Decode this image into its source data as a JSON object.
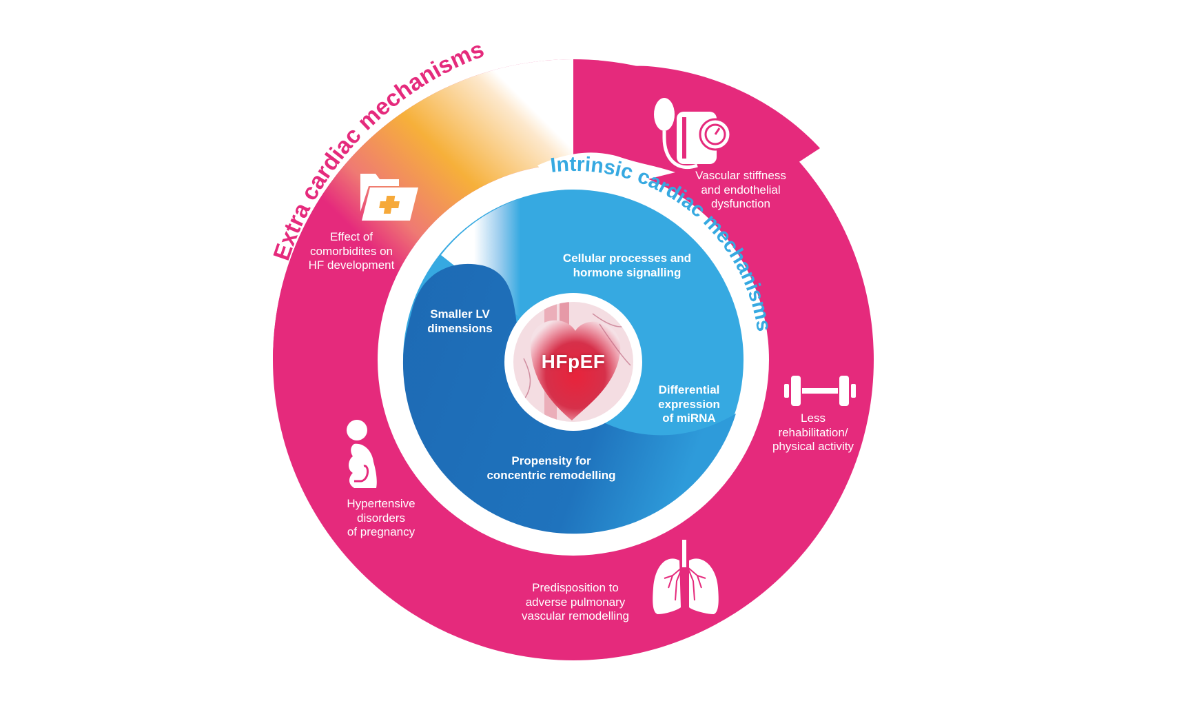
{
  "diagram": {
    "center_label": "HFpEF",
    "outer_ring": {
      "title": "Extra cardiac mechanisms",
      "title_color": "#E52A7C",
      "items": [
        {
          "icon": "medical-folder-icon",
          "lines": [
            "Effect of",
            "comorbidites on",
            "HF development"
          ]
        },
        {
          "icon": "blood-pressure-monitor-icon",
          "lines": [
            "Vascular stiffness",
            "and endothelial",
            "dysfunction"
          ]
        },
        {
          "icon": "dumbbell-icon",
          "lines": [
            "Less",
            "rehabilitation/",
            "physical activity"
          ]
        },
        {
          "icon": "lungs-icon",
          "lines": [
            "Predisposition to",
            "adverse pulmonary",
            "vascular remodelling"
          ]
        },
        {
          "icon": "pregnant-woman-icon",
          "lines": [
            "Hypertensive",
            "disorders",
            "of pregnancy"
          ]
        }
      ]
    },
    "inner_ring": {
      "title": "Intrinsic cardiac mechanisms",
      "title_color": "#36A9E1",
      "items": [
        {
          "lines": [
            "Cellular processes and",
            "hormone signalling"
          ]
        },
        {
          "lines": [
            "Differential",
            "expression",
            "of miRNA"
          ]
        },
        {
          "lines": [
            "Propensity for",
            "concentric remodelling"
          ]
        },
        {
          "lines": [
            "Smaller LV",
            "dimensions"
          ]
        }
      ]
    },
    "colors": {
      "magenta": "#E52A7C",
      "orange": "#F6B03A",
      "light_blue": "#36A9E1",
      "dark_blue": "#1D6CB5",
      "heart_red": "#D9233A"
    }
  }
}
